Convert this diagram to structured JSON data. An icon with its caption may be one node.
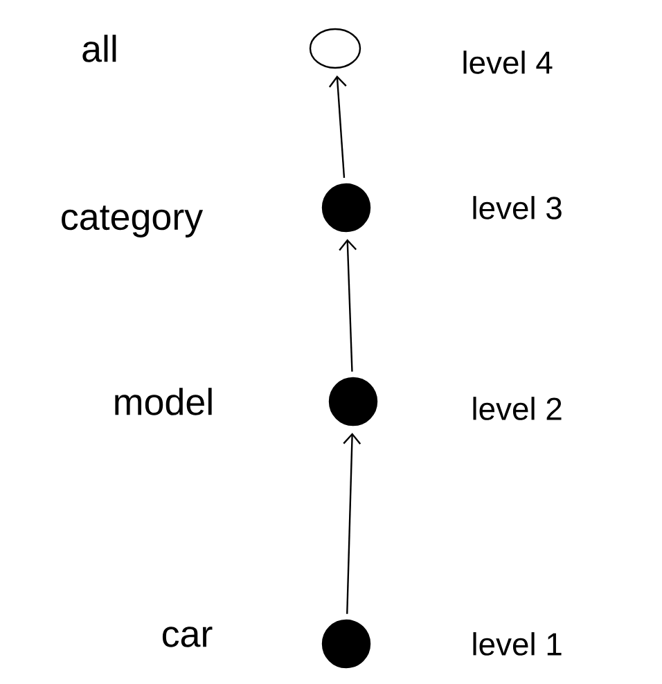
{
  "diagram": {
    "nodes": [
      {
        "text": [],
        "shape": "circle",
        "beside": [
          "level 4"
        ]
      },
      {
        "text": [],
        "shape": "circle",
        "beside": [
          "category",
          "level 3"
        ]
      },
      {
        "text": [],
        "shape": "circle",
        "beside": [
          "model",
          "level 2"
        ]
      },
      {
        "text": [],
        "shape": "circle",
        "beside": [
          "car",
          "level 1"
        ]
      }
    ],
    "edges": [
      {
        "from": 1,
        "to": 0,
        "arrow": "to"
      },
      {
        "from": 2,
        "to": 1,
        "arrow": "to"
      },
      {
        "from": 3,
        "to": 2,
        "arrow": "to"
      }
    ],
    "labels": [
      "all"
    ]
  }
}
